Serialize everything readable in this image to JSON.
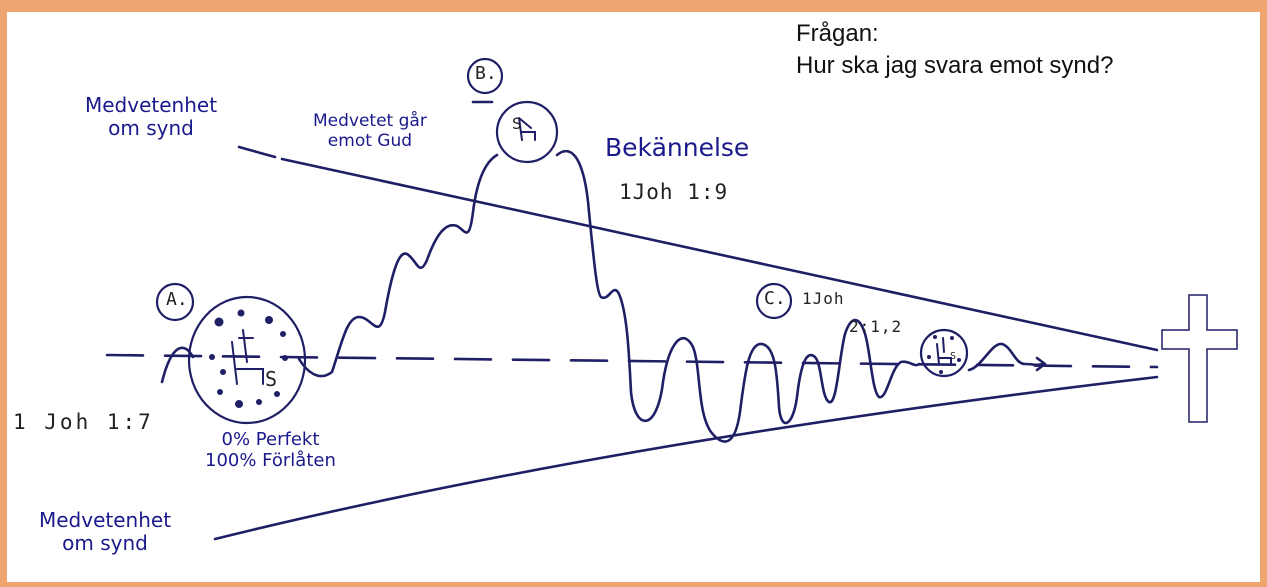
{
  "question": {
    "title": "Frågan:",
    "text": "Hur ska jag svara emot synd?"
  },
  "labels": {
    "top_left": [
      "Medvetenhet",
      "om synd"
    ],
    "bottom_left": [
      "Medvetenhet",
      "om synd"
    ],
    "point_b_text": [
      "Medvetet går",
      "emot Gud"
    ],
    "confession": "Bekännelse",
    "confession_ref": "1Joh 1:9",
    "ref_a": "1 Joh 1:7",
    "ref_c_line1": "1Joh",
    "ref_c_line2": "2:1,2",
    "perfect": "0% Perfekt",
    "forgiven": "100% Förlåten"
  },
  "markers": {
    "a": "A.",
    "b": "B.",
    "c": "C.",
    "s_letter": "S"
  },
  "colors": {
    "background_frame": "#EFA56F",
    "ink": "#1F1F66",
    "label_text": "#1A1A8C"
  },
  "icons": [
    "cross-icon",
    "throne-icon"
  ]
}
